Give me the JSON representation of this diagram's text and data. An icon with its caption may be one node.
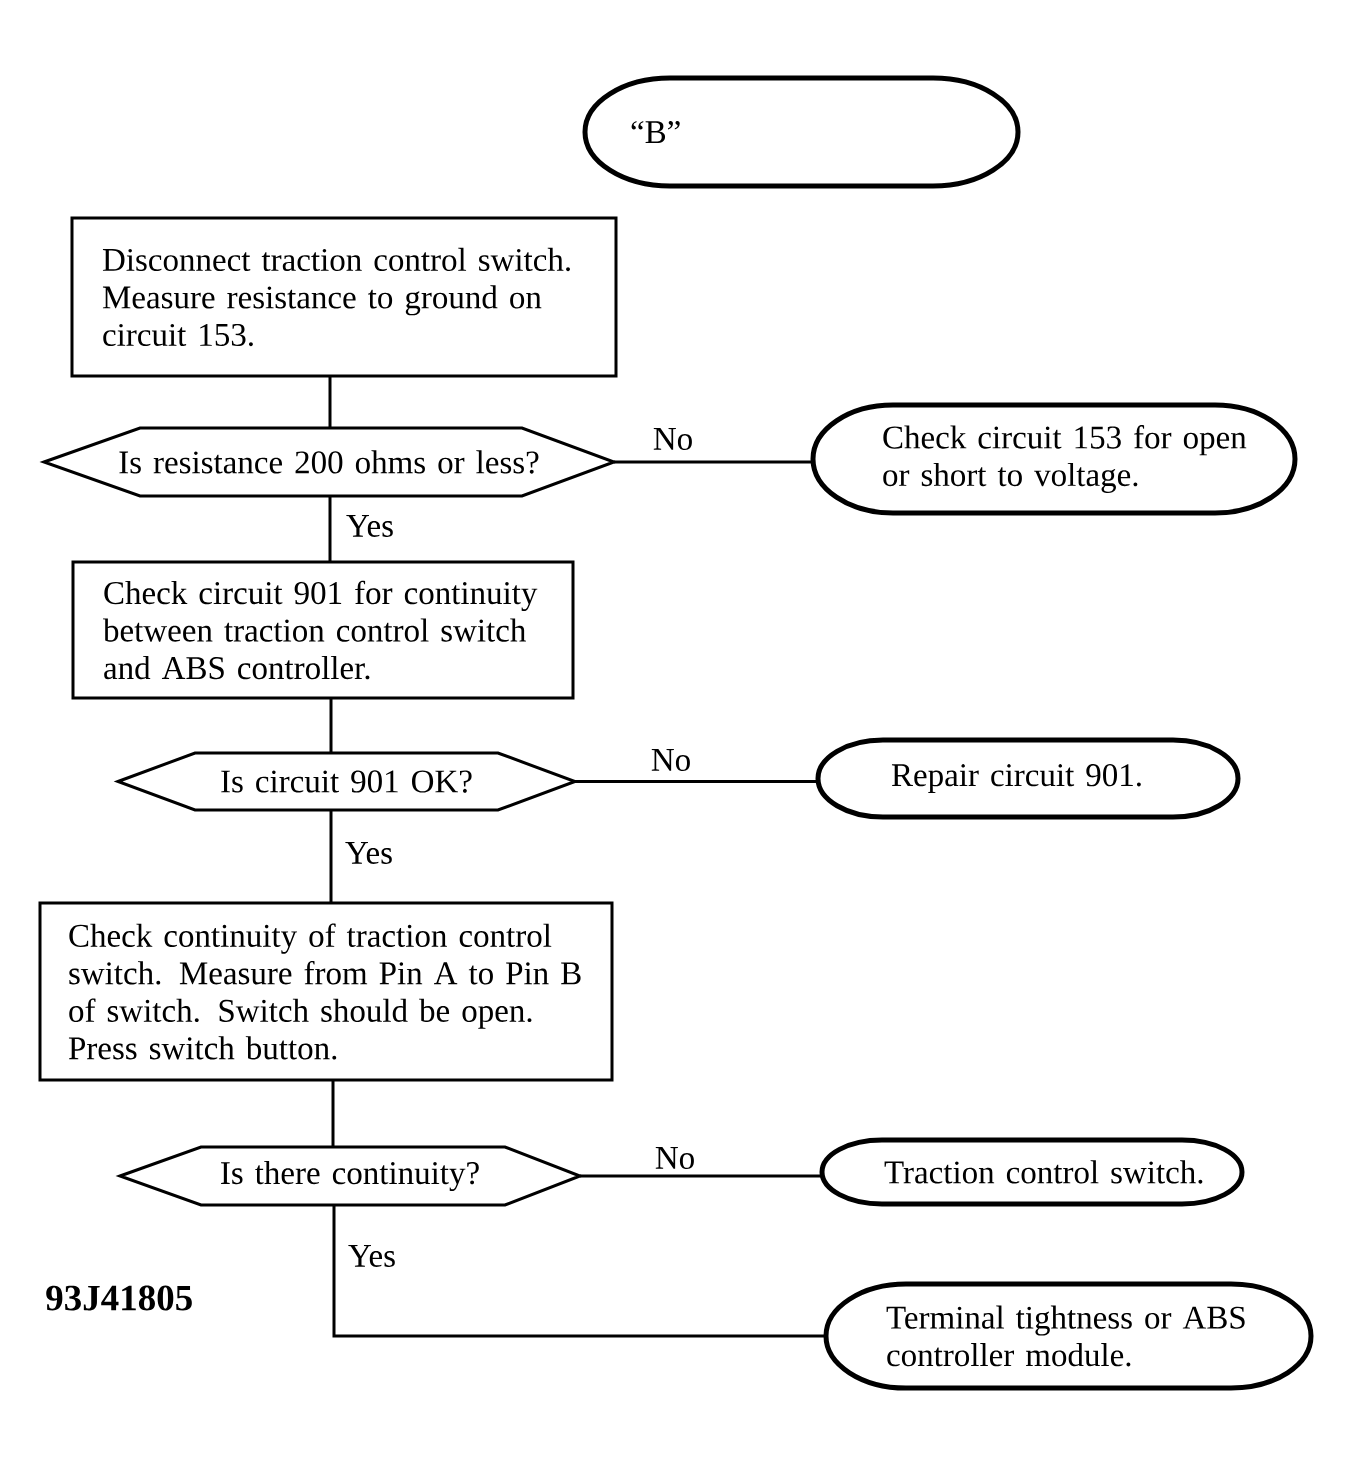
{
  "diagram": {
    "nodes": [
      {
        "text": [
          "“B”"
        ]
      },
      {
        "text": [
          "Disconnect traction control switch. Measure resistance to ground on circuit 153."
        ]
      },
      {
        "text": [
          "Is resistance 200 ohms or less?"
        ]
      },
      {
        "text": [
          "Check circuit 153 for open or short to voltage."
        ]
      },
      {
        "text": [
          "Check circuit 901 for continuity between traction control switch and ABS controller."
        ]
      },
      {
        "text": [
          "Is circuit 901 OK?"
        ]
      },
      {
        "text": [
          "Repair circuit 901."
        ]
      },
      {
        "text": [
          "Check continuity of traction control switch. Measure from Pin A to Pin B of switch. Switch should be open. Press switch button."
        ]
      },
      {
        "text": [
          "Is there continuity?"
        ]
      },
      {
        "text": [
          "Traction control switch."
        ]
      },
      {
        "text": [
          "Terminal tightness or ABS controller module."
        ]
      }
    ],
    "edges": [
      {
        "from": 1,
        "to": 2,
        "arrow": "none"
      },
      {
        "from": 2,
        "to": 3,
        "arrow": "none",
        "label": "No"
      },
      {
        "from": 2,
        "to": 4,
        "arrow": "none",
        "label": "Yes"
      },
      {
        "from": 4,
        "to": 5,
        "arrow": "none"
      },
      {
        "from": 5,
        "to": 6,
        "arrow": "none",
        "label": "No"
      },
      {
        "from": 5,
        "to": 7,
        "arrow": "none",
        "label": "Yes"
      },
      {
        "from": 7,
        "to": 8,
        "arrow": "none"
      },
      {
        "from": 8,
        "to": 9,
        "arrow": "none",
        "label": "No"
      },
      {
        "from": 8,
        "to": 10,
        "arrow": "none",
        "label": "Yes"
      }
    ],
    "labels": [
      "93J41805"
    ]
  }
}
